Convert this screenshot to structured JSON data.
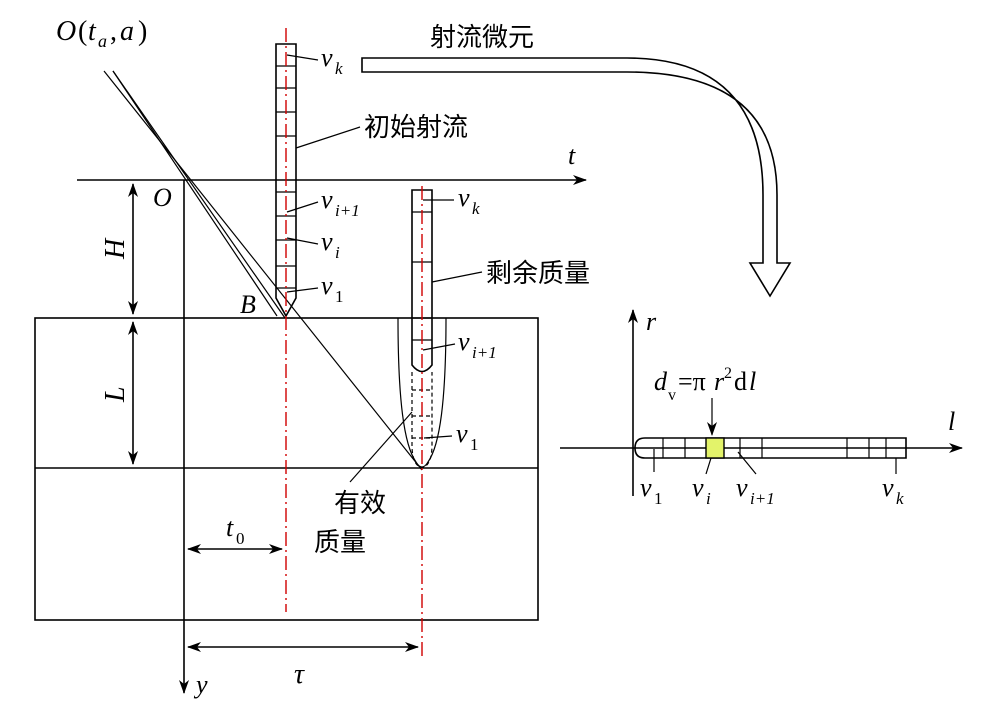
{
  "labels": {
    "point_O_ta_a": "O(t_a, a)",
    "origin": "O",
    "axis_t": "t",
    "axis_y": "y",
    "dim_H": "H",
    "dim_L": "L",
    "point_B": "B",
    "dim_t0": "t_0",
    "dim_tau": "τ",
    "initial_jet": "初始射流",
    "residual_mass": "剩余质量",
    "effective_mass_line1": "有效",
    "effective_mass_line2": "质量",
    "jet_element": "射流微元",
    "axis_r": "r",
    "axis_l": "l",
    "formula": "d_v=πr²dl"
  },
  "velocities": {
    "initial": [
      "v_k",
      "v_i+1",
      "v_i",
      "v_1"
    ],
    "residual": [
      "v_k",
      "v_i+1",
      "v_1"
    ],
    "element": [
      "v_1",
      "v_i",
      "v_i+1",
      "v_k"
    ]
  },
  "colors": {
    "centerline": "#d00000",
    "highlight_element": "#e3f36a",
    "stroke": "#000000"
  }
}
